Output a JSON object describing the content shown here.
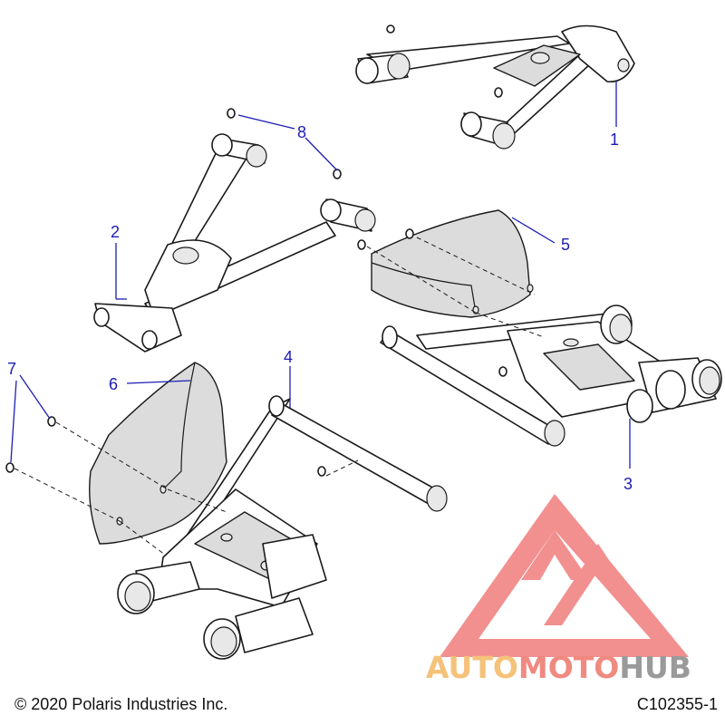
{
  "callouts": [
    "1",
    "2",
    "3",
    "4",
    "5",
    "6",
    "7",
    "8"
  ],
  "footer": {
    "copyright": "© 2020 Polaris Industries Inc.",
    "code": "C102355-1"
  },
  "watermark": {
    "part_auto": "AUTO",
    "part_moto": "MOTO",
    "part_hub": "HUB",
    "colors": {
      "auto": "#f5c27a",
      "moto": "#f08a80",
      "hub": "#9a9a9a",
      "logo": "#ee6a6a"
    }
  },
  "colors": {
    "callout": "#1c1cb4",
    "line": "#1a1a1a"
  }
}
